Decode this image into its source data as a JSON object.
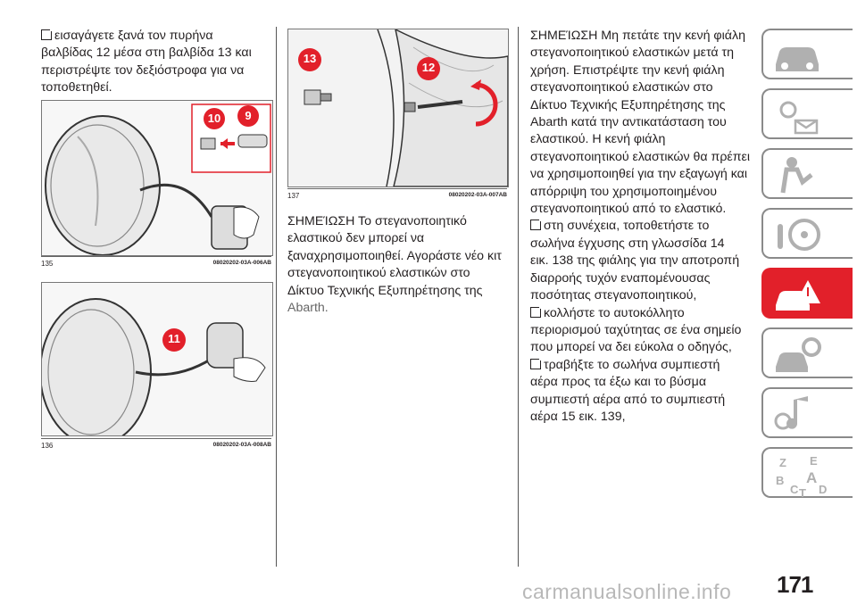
{
  "col1": {
    "intro_lines": [
      "εισαγάγετε ξανά τον πυρήνα",
      "βαλβίδας 12 μέσα στη βαλβίδα 13 και",
      "περιστρέψτε τον δεξιόστροφα για να",
      "τοποθετηθεί."
    ],
    "fig135": {
      "num": "135",
      "code": "08020202-03A-006AB",
      "label_a": "10",
      "label_b": "9"
    },
    "fig136": {
      "num": "136",
      "code": "08020202-03A-008AB",
      "label_a": "11"
    }
  },
  "col2": {
    "fig137": {
      "num": "137",
      "code": "08020202-03A-007AB",
      "label_a": "13",
      "label_b": "12"
    },
    "note_lines": [
      "ΣΗΜΕΊΩΣΗ Το στεγανοποιητικό",
      "ελαστικού δεν μπορεί να",
      "ξαναχρησιμοποιηθεί. Αγοράστε νέο κιτ",
      "στεγανοποιητικού ελαστικών στο",
      "Δίκτυο Τεχνικής Εξυπηρέτησης της",
      "Abarth."
    ]
  },
  "col3": {
    "note_lines": [
      "ΣΗΜΕΊΩΣΗ Μη πετάτε την κενή φιάλη",
      "στεγανοποιητικού ελαστικών μετά τη",
      "χρήση. Επιστρέψτε την κενή φιάλη",
      "στεγανοποιητικού ελαστικών στο",
      "Δίκτυο Τεχνικής Εξυπηρέτησης της",
      "Abarth κατά την αντικατάσταση του",
      "ελαστικού. Η κενή φιάλη",
      "στεγανοποιητικού ελαστικών θα πρέπει",
      "να χρησιμοποιηθεί για την εξαγωγή και",
      "απόρριψη του χρησιμοποιημένου",
      "στεγανοποιητικού από το ελαστικό."
    ],
    "step1_lines": [
      "στη συνέχεια, τοποθετήστε το",
      "σωλήνα έγχυσης στη γλωσσίδα 14",
      "εικ. 138 της φιάλης για την αποτροπή",
      "διαρροής τυχόν εναπομένουσας",
      "ποσότητας στεγανοποιητικού,"
    ],
    "step2_lines": [
      "κολλήστε το αυτοκόλλητο",
      "περιορισμού ταχύτητας σε ένα σημείο",
      "που μπορεί να δει εύκολα ο οδηγός,"
    ],
    "step3_lines": [
      "τραβήξτε το σωλήνα συμπιεστή",
      "αέρα προς τα έξω και το βύσμα",
      "συμπιεστή αέρα από το συμπιεστή",
      "αέρα 15 εικ. 139,"
    ]
  },
  "tabs": [
    "car-icon",
    "warning-lights-icon",
    "seat-safety-icon",
    "steering-wheel-icon",
    "emergency-icon",
    "maintenance-icon",
    "multimedia-icon",
    "index-icon"
  ],
  "colors": {
    "accent": "#e2202a",
    "tab_border": "#8a8a8a"
  },
  "page_number": "171",
  "watermark": "carmanualsonline.info",
  "index_letters": [
    "Z",
    "E",
    "B",
    "A",
    "C",
    "T",
    "D"
  ]
}
